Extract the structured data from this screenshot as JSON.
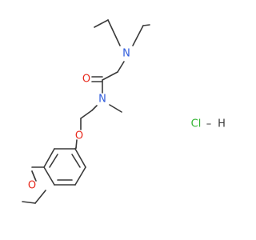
{
  "molecule": {
    "atoms": {
      "amine_n": {
        "symbol": "N",
        "color": "#2f5bdc"
      },
      "carbonyl_o": {
        "symbol": "O",
        "color": "#e8291c"
      },
      "amide_n": {
        "symbol": "N",
        "color": "#2f5bdc"
      },
      "ether_o": {
        "symbol": "O",
        "color": "#e8291c"
      },
      "methoxy_o": {
        "symbol": "O",
        "color": "#e8291c"
      }
    },
    "salt": {
      "symbol": "Cl",
      "separator": "–",
      "hydrogen": "H",
      "cl_color": "#33b533",
      "h_color": "#3a3a3a"
    }
  }
}
